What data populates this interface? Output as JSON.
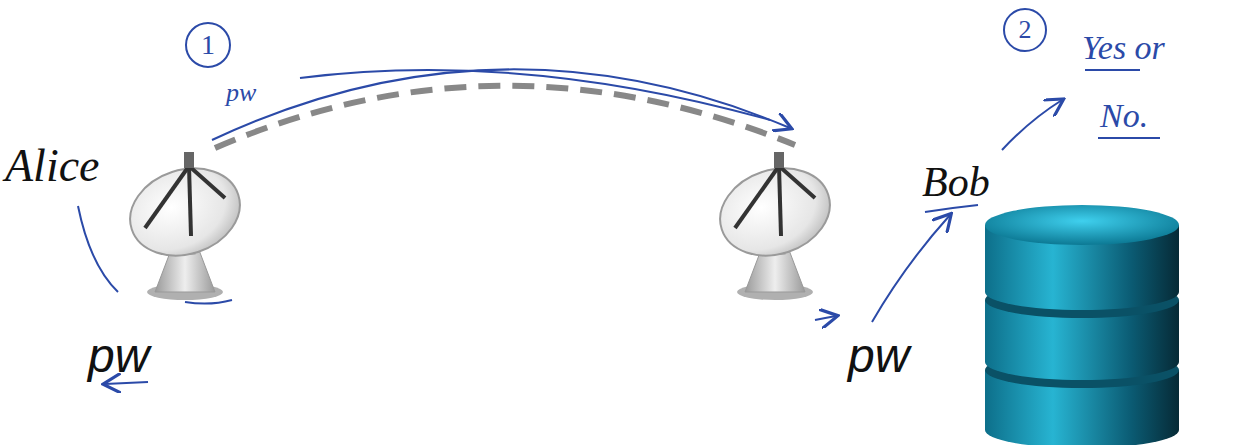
{
  "diagram": {
    "labels": [
      "Alice",
      "pw",
      "Bob",
      "pw",
      "1",
      "pw",
      "2",
      "Yes or",
      "No."
    ]
  }
}
